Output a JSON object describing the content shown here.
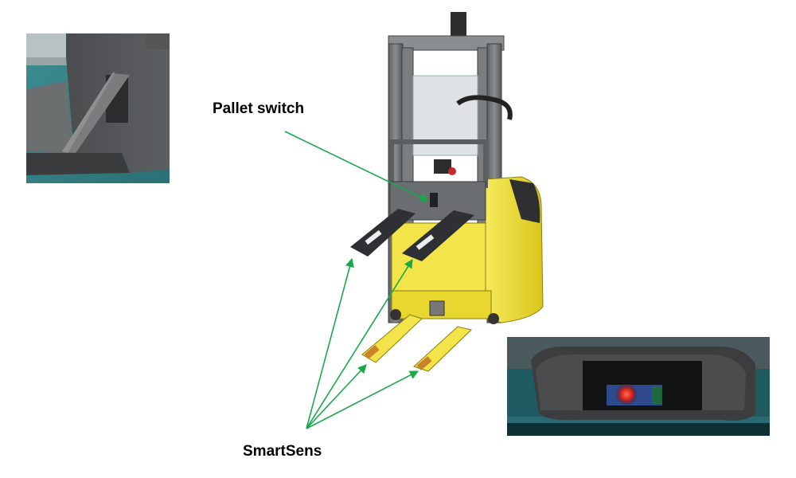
{
  "labels": {
    "pallet_switch": "Pallet switch",
    "smartsens": "SmartSens"
  },
  "colors": {
    "arrow": "#1aa84a",
    "truck_yellow": "#f2e33a",
    "mast_gray": "#6e7275",
    "fork_dark": "#2e3033",
    "background": "#ffffff"
  },
  "icons": {
    "pallet_switch_photo": "pallet-switch-photo",
    "smartsens_photo": "smartsens-sensor-photo",
    "forklift_render": "stacker-truck-illustration"
  }
}
